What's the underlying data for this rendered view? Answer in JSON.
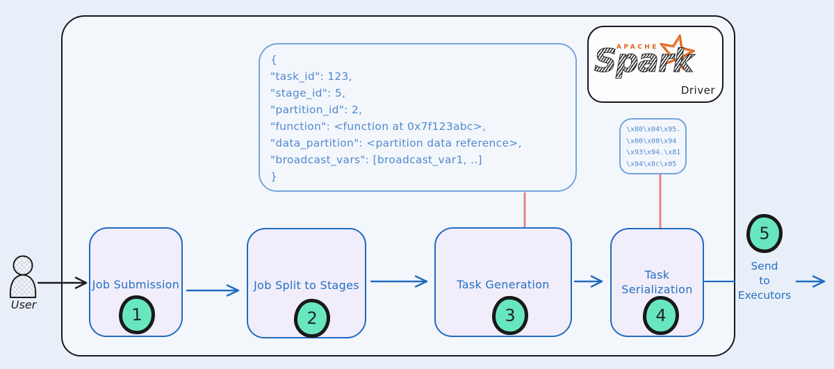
{
  "spark_logo": {
    "apache": "APACHE",
    "wordmark": "Spark",
    "panel_label": "Driver"
  },
  "user": {
    "label": "User"
  },
  "task_json": {
    "lines": [
      "{",
      "\"task_id\": 123,",
      "\"stage_id\": 5,",
      "\"partition_id\": 2,",
      "\"function\": <function at 0x7f123abc>,",
      "\"data_partition\": <partition data reference>,",
      "\"broadcast_vars\": [broadcast_var1, ..]",
      "}"
    ]
  },
  "serialized_bytes": {
    "lines": [
      "\\x80\\x04\\x95.",
      "\\x00\\x00\\x94",
      "\\x93\\x94.\\x81",
      "\\x94\\x8c\\x05"
    ]
  },
  "steps": [
    {
      "number": "1",
      "label": "Job Submission"
    },
    {
      "number": "2",
      "label": "Job Split to Stages"
    },
    {
      "number": "3",
      "label": "Task Generation"
    },
    {
      "number": "4",
      "label": "Task Serialization"
    }
  ],
  "output_step": {
    "number": "5",
    "lines": [
      "Send",
      "to",
      "Executors"
    ]
  },
  "colors": {
    "step_border": "#1e6ac0",
    "label_text": "#2470c2",
    "json_text": "#5288cd",
    "json_border": "#74a3da",
    "badge_fill": "#68e6c0",
    "connector_red": "#e77d7c",
    "spark_orange": "#e2611c",
    "background": "#e9eff8"
  }
}
